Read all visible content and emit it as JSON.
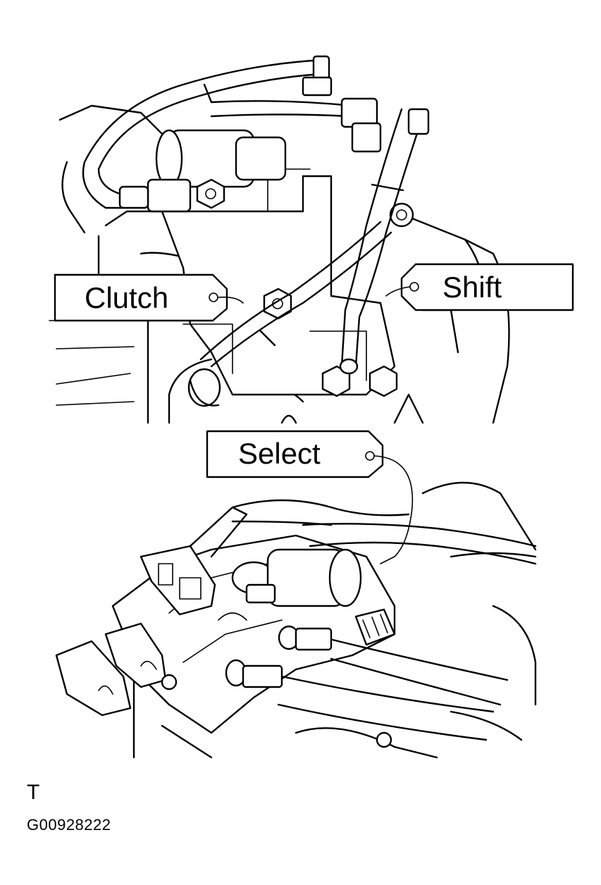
{
  "labels": {
    "clutch": "Clutch",
    "shift": "Shift",
    "select": "Select"
  },
  "footer": {
    "view_code": "T",
    "figure_code": "G00928222"
  }
}
